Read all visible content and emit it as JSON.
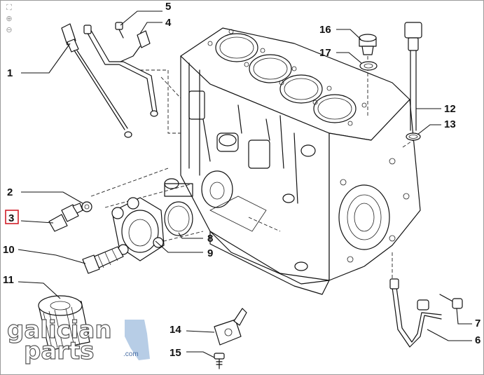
{
  "viewer": {
    "tools": [
      {
        "icon": "fit-icon",
        "glyph": "⛶"
      },
      {
        "icon": "zoom-in-icon",
        "glyph": "⊕"
      },
      {
        "icon": "zoom-out-icon",
        "glyph": "⊖"
      }
    ]
  },
  "callouts": {
    "c1": "1",
    "c2": "2",
    "c3": "3",
    "c4": "4",
    "c5": "5",
    "c6": "6",
    "c7": "7",
    "c8": "8",
    "c9": "9",
    "c10": "10",
    "c11": "11",
    "c12": "12",
    "c13": "13",
    "c14": "14",
    "c15": "15",
    "c16": "16",
    "c17": "17"
  },
  "selected_callout": "3",
  "watermark": {
    "line1": "galician",
    "line2": "parts",
    "suffix": ".com"
  }
}
